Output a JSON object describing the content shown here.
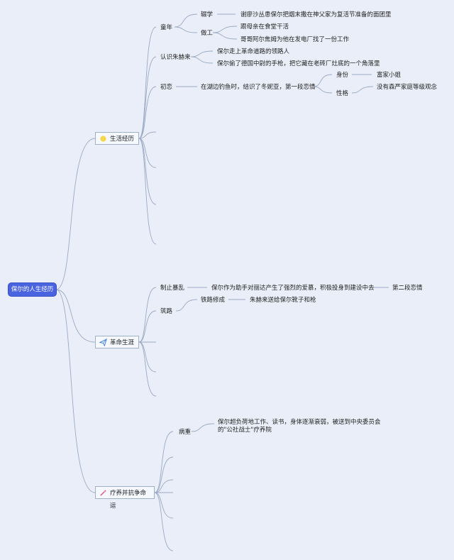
{
  "root": {
    "label": "保尔的人生经历"
  },
  "branches": [
    {
      "label": "生活经历",
      "icon": "sun-icon",
      "children": [
        {
          "label": "童年",
          "children": [
            {
              "label": "辍学",
              "children": [
                {
                  "label": "谢廖沙丛患保尔把烟末撒在神父家为复活节准备的面团里"
                }
              ]
            },
            {
              "label": "做工",
              "children": [
                {
                  "label": "跟母亲在食堂干活"
                },
                {
                  "label": "哥哥阿尔焦姆为他在发电厂找了一份工作"
                }
              ]
            }
          ]
        },
        {
          "label": "认识朱赫来",
          "children": [
            {
              "label": "保尔走上革命道路的领路人"
            },
            {
              "label": "保尔偷了德国中尉的手枪，把它藏在老砖厂灶底的一个角落里"
            }
          ]
        },
        {
          "label": "初恋",
          "children": [
            {
              "label": "在湖边钓鱼时，结识了冬妮亚，第一段恋情",
              "children": [
                {
                  "label": "身份",
                  "children": [
                    {
                      "label": "富家小姐"
                    }
                  ]
                },
                {
                  "label": "性格",
                  "children": [
                    {
                      "label": "没有森严家庭等级观念"
                    }
                  ]
                }
              ]
            }
          ]
        }
      ]
    },
    {
      "label": "革命生涯",
      "icon": "paper-plane-icon",
      "children": [
        {
          "label": "制止暴乱",
          "children": [
            {
              "label": "保尔作为助手对丽达产生了强烈的爱慕，积极投身到建设中去",
              "children": [
                {
                  "label": "第二段恋情"
                }
              ]
            }
          ]
        },
        {
          "label": "筑路",
          "children": [
            {
              "label": "铁路修成",
              "children": [
                {
                  "label": "朱赫来送给保尔靴子和枪"
                }
              ]
            }
          ]
        }
      ]
    },
    {
      "label": "疗养并抗争命运",
      "icon": "magic-wand-icon",
      "children": [
        {
          "label": "病重",
          "children": [
            {
              "label": "保尔超负荷地工作、读书，身体逐渐衰弱，被送到中央委员会的\"公社战士\"疗养院"
            }
          ]
        }
      ]
    }
  ],
  "colors": {
    "background": "#e9eef8",
    "root_fill": "#4a63e0",
    "line": "#9aaac4",
    "node_border": "#9fb0c9",
    "sun": "#f6d64a",
    "plane": "#4a86d8",
    "wand": "#e0507a"
  }
}
